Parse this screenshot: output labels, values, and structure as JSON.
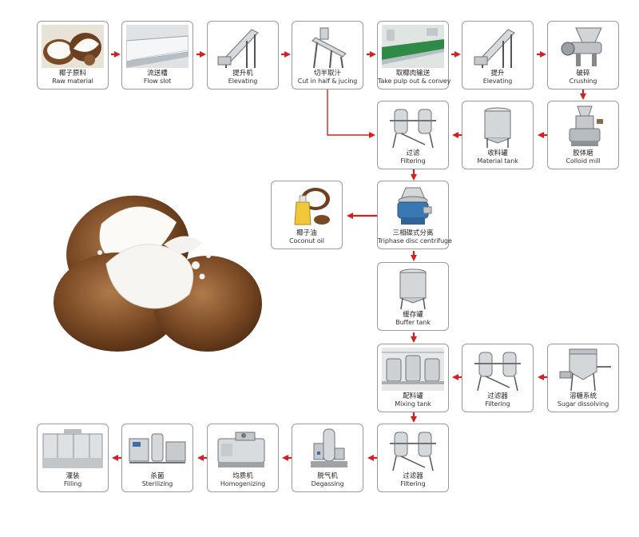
{
  "steps": {
    "raw_material": {
      "cn": "椰子原料",
      "en": "Raw material"
    },
    "flow_slot": {
      "cn": "流送槽",
      "en": "Flow slot"
    },
    "elevating_1": {
      "cn": "提升机",
      "en": "Elevating"
    },
    "cut_juice": {
      "cn": "切半取汁",
      "en": "Cut in half & jucing"
    },
    "take_pulp": {
      "cn": "取椰肉输送",
      "en": "Take pulp out & convey"
    },
    "elevating_2": {
      "cn": "提升",
      "en": "Elevating"
    },
    "crushing": {
      "cn": "破碎",
      "en": "Crushing"
    },
    "colloid_mill": {
      "cn": "胶体磨",
      "en": "Colloid mill"
    },
    "material_tank": {
      "cn": "收料罐",
      "en": "Material tank"
    },
    "filtering_1": {
      "cn": "过滤",
      "en": "Filtering"
    },
    "centrifuge": {
      "cn": "三相碟式分离",
      "en": "Triphase disc centrifuge"
    },
    "coconut_oil": {
      "cn": "椰子油",
      "en": "Coconut oil"
    },
    "buffer_tank": {
      "cn": "缓存罐",
      "en": "Buffer tank"
    },
    "sugar_dissolving": {
      "cn": "溶糖系统",
      "en": "Sugar dissolving"
    },
    "filtering_2": {
      "cn": "过滤器",
      "en": "Filtering"
    },
    "mixing_tank": {
      "cn": "配料罐",
      "en": "Mixing tank"
    },
    "filtering_3": {
      "cn": "过滤器",
      "en": "Filtering"
    },
    "degassing": {
      "cn": "脱气机",
      "en": "Degassing"
    },
    "homogenizing": {
      "cn": "均质机",
      "en": "Homogenizing"
    },
    "sterilizing": {
      "cn": "杀菌",
      "en": "Sterilizing"
    },
    "filling": {
      "cn": "灌装",
      "en": "Filling"
    }
  },
  "colors": {
    "arrow": "#d42020",
    "border": "#9a9a9a",
    "steel": "#c9ccd0",
    "coconut": "#7a4a25"
  }
}
